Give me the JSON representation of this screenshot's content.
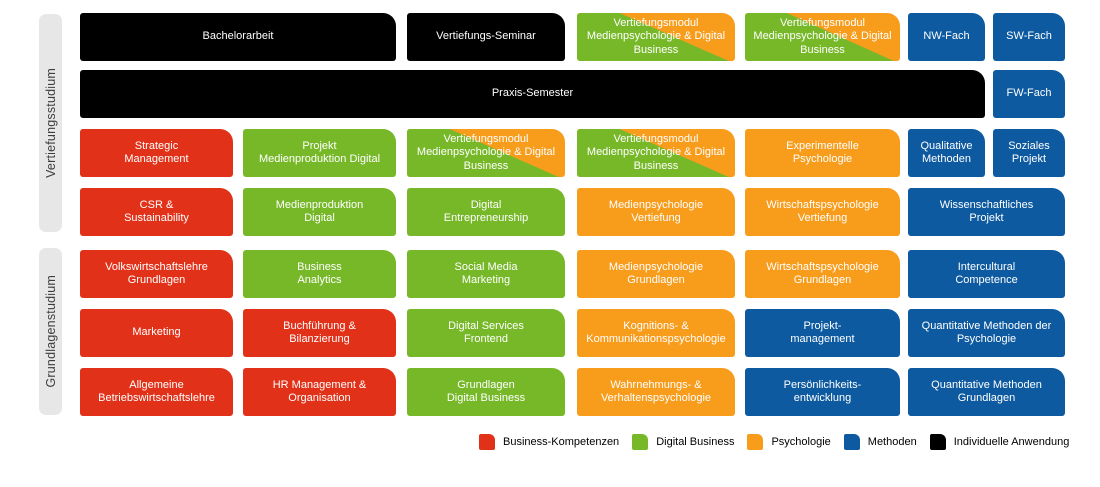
{
  "palette": {
    "business_kompetenzen": "#E23119",
    "digital_business": "#77B829",
    "psychologie": "#F89C1C",
    "methoden": "#0E5AA0",
    "individuelle_anwendung": "#000000",
    "sidebar_bg": "#E7E7E7",
    "text_on_block": "#FFFFFF"
  },
  "sidebar": {
    "sections": [
      {
        "label": "Vertiefungsstudium"
      },
      {
        "label": "Grundlagenstudium"
      }
    ]
  },
  "grid": {
    "rows": [
      {
        "blocks": [
          {
            "label": "Bachelorarbeit",
            "category": "individuelle-anwendung",
            "col": 1,
            "span": 2
          },
          {
            "label": "Vertiefungs-Seminar",
            "category": "individuelle-anwendung",
            "col": 3,
            "span": 1
          },
          {
            "label": "Vertiefungsmodul\nMedienpsychologie & Digital\nBusiness",
            "category": "vertiefungsmodul",
            "col": 4,
            "span": 1
          },
          {
            "label": "Vertiefungsmodul\nMedienpsychologie & Digital\nBusiness",
            "category": "vertiefungsmodul",
            "col": 5,
            "span": 1
          },
          {
            "label": "NW-Fach",
            "category": "methoden",
            "col": 6,
            "span": 1
          },
          {
            "label": "SW-Fach",
            "category": "methoden",
            "col": 7,
            "span": 1
          }
        ]
      },
      {
        "blocks": [
          {
            "label": "Praxis-Semester",
            "category": "individuelle-anwendung",
            "col": 1,
            "span": 6
          },
          {
            "label": "FW-Fach",
            "category": "methoden",
            "col": 7,
            "span": 1
          }
        ]
      },
      {
        "blocks": [
          {
            "label": "Strategic\nManagement",
            "category": "business-kompetenzen",
            "col": 1,
            "span": 1
          },
          {
            "label": "Projekt\nMedienproduktion Digital",
            "category": "digital-business",
            "col": 2,
            "span": 1
          },
          {
            "label": "Vertiefungsmodul\nMedienpsychologie & Digital\nBusiness",
            "category": "vertiefungsmodul",
            "col": 3,
            "span": 1
          },
          {
            "label": "Vertiefungsmodul\nMedienpsychologie & Digital\nBusiness",
            "category": "vertiefungsmodul",
            "col": 4,
            "span": 1
          },
          {
            "label": "Experimentelle\nPsychologie",
            "category": "psychologie",
            "col": 5,
            "span": 1
          },
          {
            "label": "Qualitative\nMethoden",
            "category": "methoden",
            "col": 6,
            "span": 1
          },
          {
            "label": "Soziales\nProjekt",
            "category": "methoden",
            "col": 7,
            "span": 1
          }
        ]
      },
      {
        "blocks": [
          {
            "label": "CSR &\nSustainability",
            "category": "business-kompetenzen",
            "col": 1,
            "span": 1
          },
          {
            "label": "Medienproduktion\nDigital",
            "category": "digital-business",
            "col": 2,
            "span": 1
          },
          {
            "label": "Digital\nEntrepreneurship",
            "category": "digital-business",
            "col": 3,
            "span": 1
          },
          {
            "label": "Medienpsychologie\nVertiefung",
            "category": "psychologie",
            "col": 4,
            "span": 1
          },
          {
            "label": "Wirtschaftspsychologie\nVertiefung",
            "category": "psychologie",
            "col": 5,
            "span": 1
          },
          {
            "label": "Wissenschaftliches\nProjekt",
            "category": "methoden",
            "col": 6,
            "span": 2
          }
        ]
      },
      {
        "blocks": [
          {
            "label": "Volkswirtschaftslehre\nGrundlagen",
            "category": "business-kompetenzen",
            "col": 1,
            "span": 1
          },
          {
            "label": "Business\nAnalytics",
            "category": "digital-business",
            "col": 2,
            "span": 1
          },
          {
            "label": "Social Media\nMarketing",
            "category": "digital-business",
            "col": 3,
            "span": 1
          },
          {
            "label": "Medienpsychologie\nGrundlagen",
            "category": "psychologie",
            "col": 4,
            "span": 1
          },
          {
            "label": "Wirtschaftspsychologie\nGrundlagen",
            "category": "psychologie",
            "col": 5,
            "span": 1
          },
          {
            "label": "Intercultural\nCompetence",
            "category": "methoden",
            "col": 6,
            "span": 2
          }
        ]
      },
      {
        "blocks": [
          {
            "label": "Marketing",
            "category": "business-kompetenzen",
            "col": 1,
            "span": 1
          },
          {
            "label": "Buchführung &\nBilanzierung",
            "category": "business-kompetenzen",
            "col": 2,
            "span": 1
          },
          {
            "label": "Digital Services\nFrontend",
            "category": "digital-business",
            "col": 3,
            "span": 1
          },
          {
            "label": "Kognitions- &\nKommunikationspsychologie",
            "category": "psychologie",
            "col": 4,
            "span": 1
          },
          {
            "label": "Projekt-\nmanagement",
            "category": "methoden",
            "col": 5,
            "span": 1
          },
          {
            "label": "Quantitative Methoden der\nPsychologie",
            "category": "methoden",
            "col": 6,
            "span": 2
          }
        ]
      },
      {
        "blocks": [
          {
            "label": "Allgemeine\nBetriebswirtschaftslehre",
            "category": "business-kompetenzen",
            "col": 1,
            "span": 1
          },
          {
            "label": "HR Management &\nOrganisation",
            "category": "business-kompetenzen",
            "col": 2,
            "span": 1
          },
          {
            "label": "Grundlagen\nDigital Business",
            "category": "digital-business",
            "col": 3,
            "span": 1
          },
          {
            "label": "Wahrnehmungs- &\nVerhaltenspsychologie",
            "category": "psychologie",
            "col": 4,
            "span": 1
          },
          {
            "label": "Persönlichkeits-\nentwicklung",
            "category": "methoden",
            "col": 5,
            "span": 1
          },
          {
            "label": "Quantitative Methoden\nGrundlagen",
            "category": "methoden",
            "col": 6,
            "span": 2
          }
        ]
      }
    ]
  },
  "legend": {
    "items": [
      {
        "label": "Business-Kompetenzen",
        "category": "business-kompetenzen"
      },
      {
        "label": "Digital Business",
        "category": "digital-business"
      },
      {
        "label": "Psychologie",
        "category": "psychologie"
      },
      {
        "label": "Methoden",
        "category": "methoden"
      },
      {
        "label": "Individuelle Anwendung",
        "category": "individuelle-anwendung"
      }
    ]
  }
}
